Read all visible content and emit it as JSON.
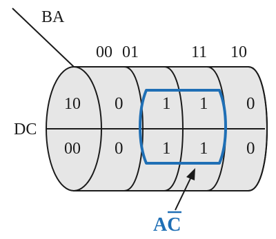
{
  "labels": {
    "corner": "BA",
    "row_axis": "DC",
    "col_codes": [
      "00",
      "01",
      "11",
      "10"
    ],
    "row_codes": [
      "10",
      "00"
    ]
  },
  "cells": {
    "top": [
      "0",
      "1",
      "1",
      "0"
    ],
    "bottom": [
      "0",
      "1",
      "1",
      "0"
    ]
  },
  "group": {
    "label_main": "A",
    "label_over": "C",
    "highlight_color": "#1f6fb5"
  },
  "colors": {
    "cylinder_fill": "#e6e6e6",
    "outline": "#1a1a1a"
  }
}
